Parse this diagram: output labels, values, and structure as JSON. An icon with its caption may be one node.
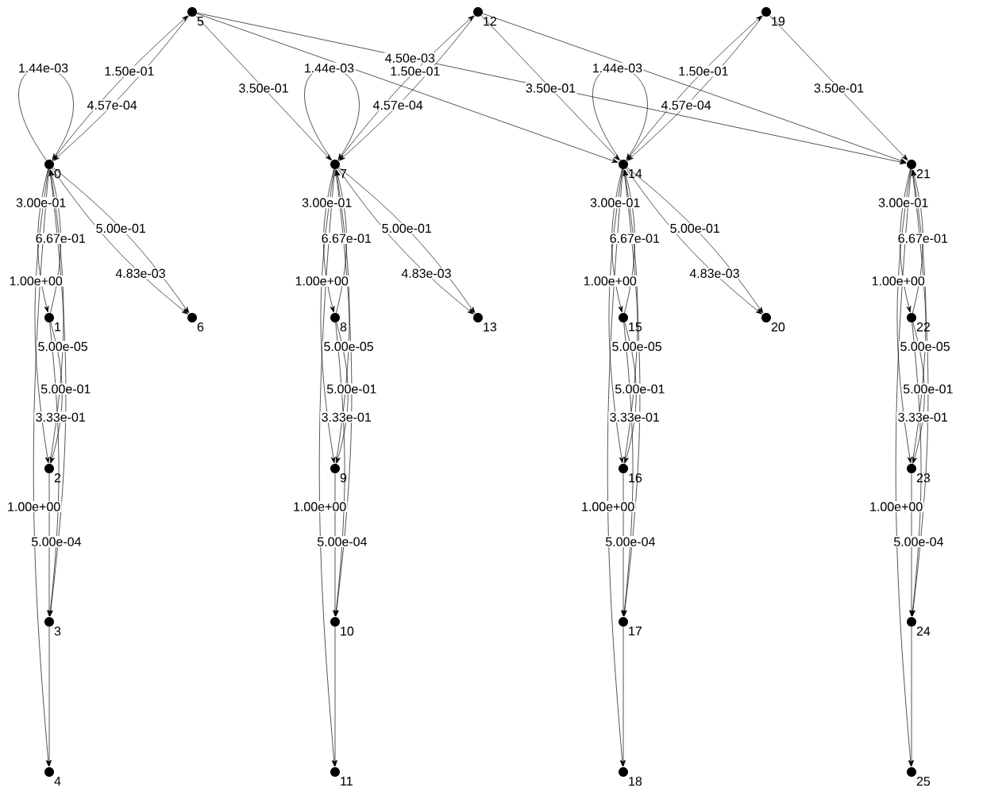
{
  "diagram": {
    "nodes": [
      {
        "text": [
          "0"
        ]
      },
      {
        "text": [
          "1"
        ]
      },
      {
        "text": [
          "2"
        ]
      },
      {
        "text": [
          "3"
        ]
      },
      {
        "text": [
          "4"
        ]
      },
      {
        "text": [
          "5"
        ]
      },
      {
        "text": [
          "6"
        ]
      },
      {
        "text": [
          "7"
        ]
      },
      {
        "text": [
          "8"
        ]
      },
      {
        "text": [
          "9"
        ]
      },
      {
        "text": [
          "10"
        ]
      },
      {
        "text": [
          "11"
        ]
      },
      {
        "text": [
          "12"
        ]
      },
      {
        "text": [
          "13"
        ]
      },
      {
        "text": [
          "14"
        ]
      },
      {
        "text": [
          "15"
        ]
      },
      {
        "text": [
          "16"
        ]
      },
      {
        "text": [
          "17"
        ]
      },
      {
        "text": [
          "18"
        ]
      },
      {
        "text": [
          "19"
        ]
      },
      {
        "text": [
          "20"
        ]
      },
      {
        "text": [
          "21"
        ]
      },
      {
        "text": [
          "22"
        ]
      },
      {
        "text": [
          "23"
        ]
      },
      {
        "text": [
          "24"
        ]
      },
      {
        "text": [
          "25"
        ]
      }
    ],
    "edges": [
      {
        "from": 0,
        "to": 0,
        "arrow": "to",
        "label": "1.44e-03"
      },
      {
        "from": 0,
        "to": 5,
        "arrow": "to",
        "label": "1.50e-01"
      },
      {
        "from": 5,
        "to": 0,
        "arrow": "to",
        "label": "4.57e-04"
      },
      {
        "from": 0,
        "to": 6,
        "arrow": "to",
        "label": "5.00e-01"
      },
      {
        "from": 0,
        "to": 6,
        "arrow": "to",
        "label": "4.83e-03"
      },
      {
        "from": 5,
        "to": 7,
        "arrow": "to",
        "label": "3.50e-01"
      },
      {
        "from": 0,
        "to": 1,
        "arrow": "to",
        "label": "3.00e-01"
      },
      {
        "from": 1,
        "to": 0,
        "arrow": "to",
        "label": "6.67e-01"
      },
      {
        "from": 0,
        "to": 2,
        "arrow": "to",
        "label": "1.00e+00"
      },
      {
        "from": 2,
        "to": 0,
        "arrow": "to",
        "label": "5.00e-05"
      },
      {
        "from": 0,
        "to": 3,
        "arrow": "to",
        "label": "5.00e-01"
      },
      {
        "from": 1,
        "to": 2,
        "arrow": "to",
        "label": "3.33e-01"
      },
      {
        "from": 0,
        "to": 4,
        "arrow": "to",
        "label": "1.00e+00"
      },
      {
        "from": 1,
        "to": 3,
        "arrow": "to",
        "label": "5.00e-04"
      },
      {
        "from": 2,
        "to": 3,
        "arrow": "to"
      },
      {
        "from": 3,
        "to": 4,
        "arrow": "to"
      },
      {
        "from": 7,
        "to": 7,
        "arrow": "to",
        "label": "1.44e-03"
      },
      {
        "from": 7,
        "to": 12,
        "arrow": "to",
        "label": "1.50e-01"
      },
      {
        "from": 12,
        "to": 7,
        "arrow": "to",
        "label": "4.57e-04"
      },
      {
        "from": 7,
        "to": 13,
        "arrow": "to",
        "label": "5.00e-01"
      },
      {
        "from": 7,
        "to": 13,
        "arrow": "to",
        "label": "4.83e-03"
      },
      {
        "from": 12,
        "to": 14,
        "arrow": "to",
        "label": "3.50e-01"
      },
      {
        "from": 7,
        "to": 8,
        "arrow": "to",
        "label": "3.00e-01"
      },
      {
        "from": 8,
        "to": 7,
        "arrow": "to",
        "label": "6.67e-01"
      },
      {
        "from": 7,
        "to": 9,
        "arrow": "to",
        "label": "1.00e+00"
      },
      {
        "from": 9,
        "to": 7,
        "arrow": "to",
        "label": "5.00e-05"
      },
      {
        "from": 7,
        "to": 10,
        "arrow": "to",
        "label": "5.00e-01"
      },
      {
        "from": 8,
        "to": 9,
        "arrow": "to",
        "label": "3.33e-01"
      },
      {
        "from": 7,
        "to": 11,
        "arrow": "to",
        "label": "1.00e+00"
      },
      {
        "from": 8,
        "to": 10,
        "arrow": "to",
        "label": "5.00e-04"
      },
      {
        "from": 9,
        "to": 10,
        "arrow": "to"
      },
      {
        "from": 10,
        "to": 11,
        "arrow": "to"
      },
      {
        "from": 14,
        "to": 14,
        "arrow": "to",
        "label": "1.44e-03"
      },
      {
        "from": 14,
        "to": 19,
        "arrow": "to",
        "label": "1.50e-01"
      },
      {
        "from": 19,
        "to": 14,
        "arrow": "to",
        "label": "4.57e-04"
      },
      {
        "from": 14,
        "to": 20,
        "arrow": "to",
        "label": "5.00e-01"
      },
      {
        "from": 14,
        "to": 20,
        "arrow": "to",
        "label": "4.83e-03"
      },
      {
        "from": 19,
        "to": 21,
        "arrow": "to",
        "label": "3.50e-01"
      },
      {
        "from": 14,
        "to": 15,
        "arrow": "to",
        "label": "3.00e-01"
      },
      {
        "from": 15,
        "to": 14,
        "arrow": "to",
        "label": "6.67e-01"
      },
      {
        "from": 14,
        "to": 16,
        "arrow": "to",
        "label": "1.00e+00"
      },
      {
        "from": 16,
        "to": 14,
        "arrow": "to",
        "label": "5.00e-05"
      },
      {
        "from": 14,
        "to": 17,
        "arrow": "to",
        "label": "5.00e-01"
      },
      {
        "from": 15,
        "to": 16,
        "arrow": "to",
        "label": "3.33e-01"
      },
      {
        "from": 14,
        "to": 18,
        "arrow": "to",
        "label": "1.00e+00"
      },
      {
        "from": 15,
        "to": 17,
        "arrow": "to",
        "label": "5.00e-04"
      },
      {
        "from": 16,
        "to": 17,
        "arrow": "to"
      },
      {
        "from": 17,
        "to": 18,
        "arrow": "to"
      },
      {
        "from": 21,
        "to": 22,
        "arrow": "to",
        "label": "3.00e-01"
      },
      {
        "from": 22,
        "to": 21,
        "arrow": "to",
        "label": "6.67e-01"
      },
      {
        "from": 21,
        "to": 23,
        "arrow": "to",
        "label": "1.00e+00"
      },
      {
        "from": 23,
        "to": 21,
        "arrow": "to",
        "label": "5.00e-05"
      },
      {
        "from": 21,
        "to": 24,
        "arrow": "to",
        "label": "5.00e-01"
      },
      {
        "from": 22,
        "to": 23,
        "arrow": "to",
        "label": "3.33e-01"
      },
      {
        "from": 21,
        "to": 25,
        "arrow": "to",
        "label": "1.00e+00"
      },
      {
        "from": 22,
        "to": 24,
        "arrow": "to",
        "label": "5.00e-04"
      },
      {
        "from": 23,
        "to": 24,
        "arrow": "to"
      },
      {
        "from": 24,
        "to": 25,
        "arrow": "to"
      },
      {
        "from": 5,
        "to": 14,
        "arrow": "to"
      },
      {
        "from": 5,
        "to": 21,
        "arrow": "to",
        "label": "4.50e-03"
      },
      {
        "from": 12,
        "to": 21,
        "arrow": "to"
      }
    ]
  }
}
